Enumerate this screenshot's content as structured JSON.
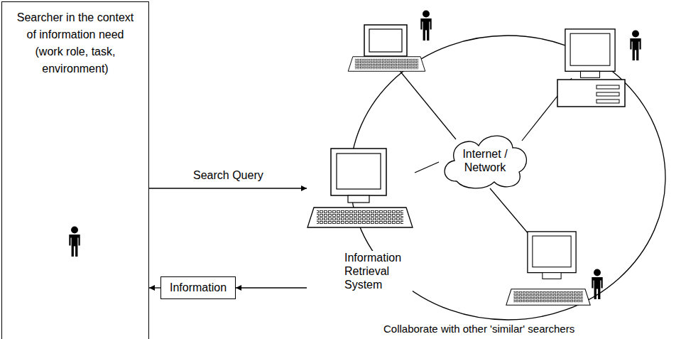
{
  "diagram": {
    "nodes": [
      {
        "text": [
          "Searcher in the context of information need (work role, task, environment)"
        ]
      },
      {
        "text": [
          "Information Retrieval System"
        ]
      },
      {
        "text": [
          "Information"
        ]
      },
      {
        "text": [
          "Internet / Network"
        ]
      }
    ],
    "edges": [
      {
        "from": 0,
        "to": 1,
        "arrow": "to",
        "label": "Search Query"
      },
      {
        "from": 1,
        "to": 2,
        "arrow": "to"
      },
      {
        "from": 2,
        "to": 0,
        "arrow": "to"
      },
      {
        "from": 1,
        "to": 3,
        "arrow": "none"
      }
    ],
    "labels": [
      "Collaborate with other 'similar' searchers"
    ]
  }
}
